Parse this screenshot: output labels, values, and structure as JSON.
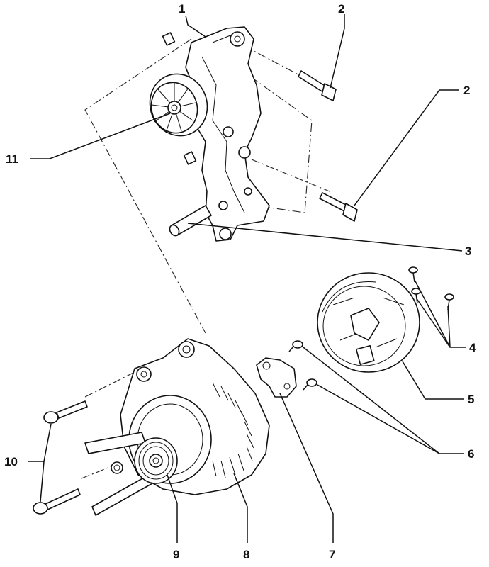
{
  "callouts": [
    {
      "id": "1",
      "text": "1"
    },
    {
      "id": "2a",
      "text": "2"
    },
    {
      "id": "2b",
      "text": "2"
    },
    {
      "id": "3",
      "text": "3"
    },
    {
      "id": "4",
      "text": "4"
    },
    {
      "id": "5",
      "text": "5"
    },
    {
      "id": "6",
      "text": "6"
    },
    {
      "id": "7",
      "text": "7"
    },
    {
      "id": "8",
      "text": "8"
    },
    {
      "id": "9",
      "text": "9"
    },
    {
      "id": "10",
      "text": "10"
    },
    {
      "id": "11",
      "text": "11"
    }
  ]
}
